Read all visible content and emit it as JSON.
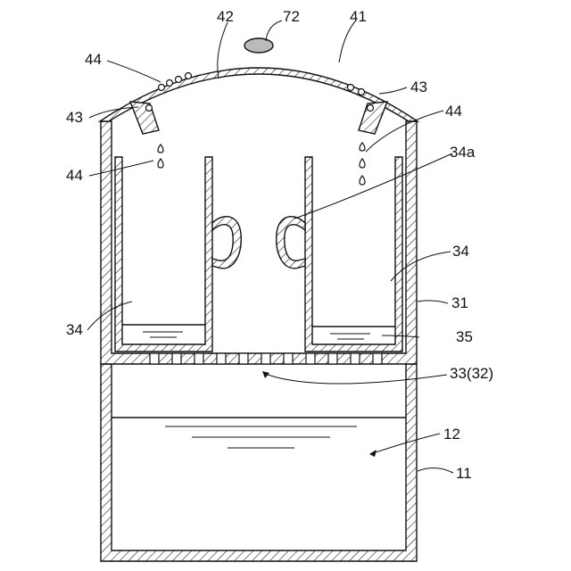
{
  "labels": {
    "l42": "42",
    "l72": "72",
    "l41": "41",
    "l44_top": "44",
    "l43_right": "43",
    "l43_left": "43",
    "l44_right": "44",
    "l44_left": "44",
    "l34a": "34a",
    "l34_right": "34",
    "l31": "31",
    "l34_left": "34",
    "l35": "35",
    "l33": "33(32)",
    "l12": "12",
    "l11": "11"
  }
}
